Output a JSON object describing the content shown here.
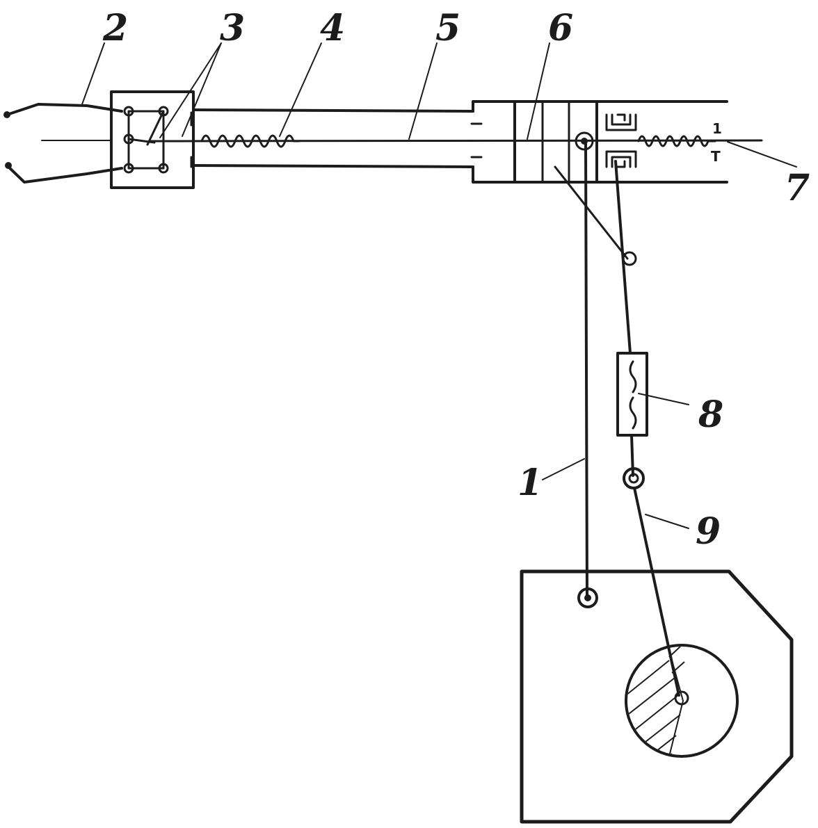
{
  "labels": {
    "l1": "1",
    "l2": "2",
    "l3": "3",
    "l4": "4",
    "l5": "5",
    "l6": "6",
    "l7": "7",
    "l8": "8",
    "l9": "9"
  },
  "end_marks": {
    "top": "1",
    "bottom": "T"
  },
  "colors": {
    "ink": "#1c1c1c",
    "paper": "#ffffff"
  }
}
